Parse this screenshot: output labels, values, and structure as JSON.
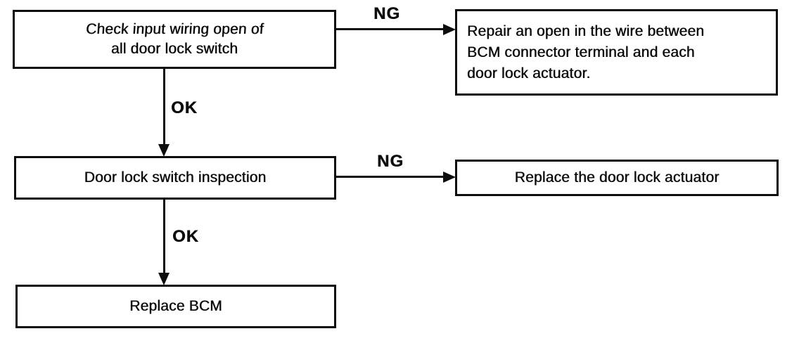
{
  "flowchart": {
    "boxes": {
      "check_wiring": {
        "lines": [
          "Check input wiring open of",
          "all door lock switch"
        ]
      },
      "repair_wire": {
        "lines": [
          "Repair an open in the wire between",
          "BCM connector terminal and each",
          "door lock actuator."
        ]
      },
      "switch_inspection": {
        "text": "Door lock switch inspection"
      },
      "replace_actuator": {
        "text": "Replace the door lock actuator"
      },
      "replace_bcm": {
        "text": "Replace BCM"
      }
    },
    "edge_labels": {
      "check_to_repair": "NG",
      "check_to_inspection": "OK",
      "inspection_to_actuator": "NG",
      "inspection_to_bcm": "OK"
    },
    "colors": {
      "ink": "#0d0d0d",
      "background": "#ffffff"
    }
  }
}
